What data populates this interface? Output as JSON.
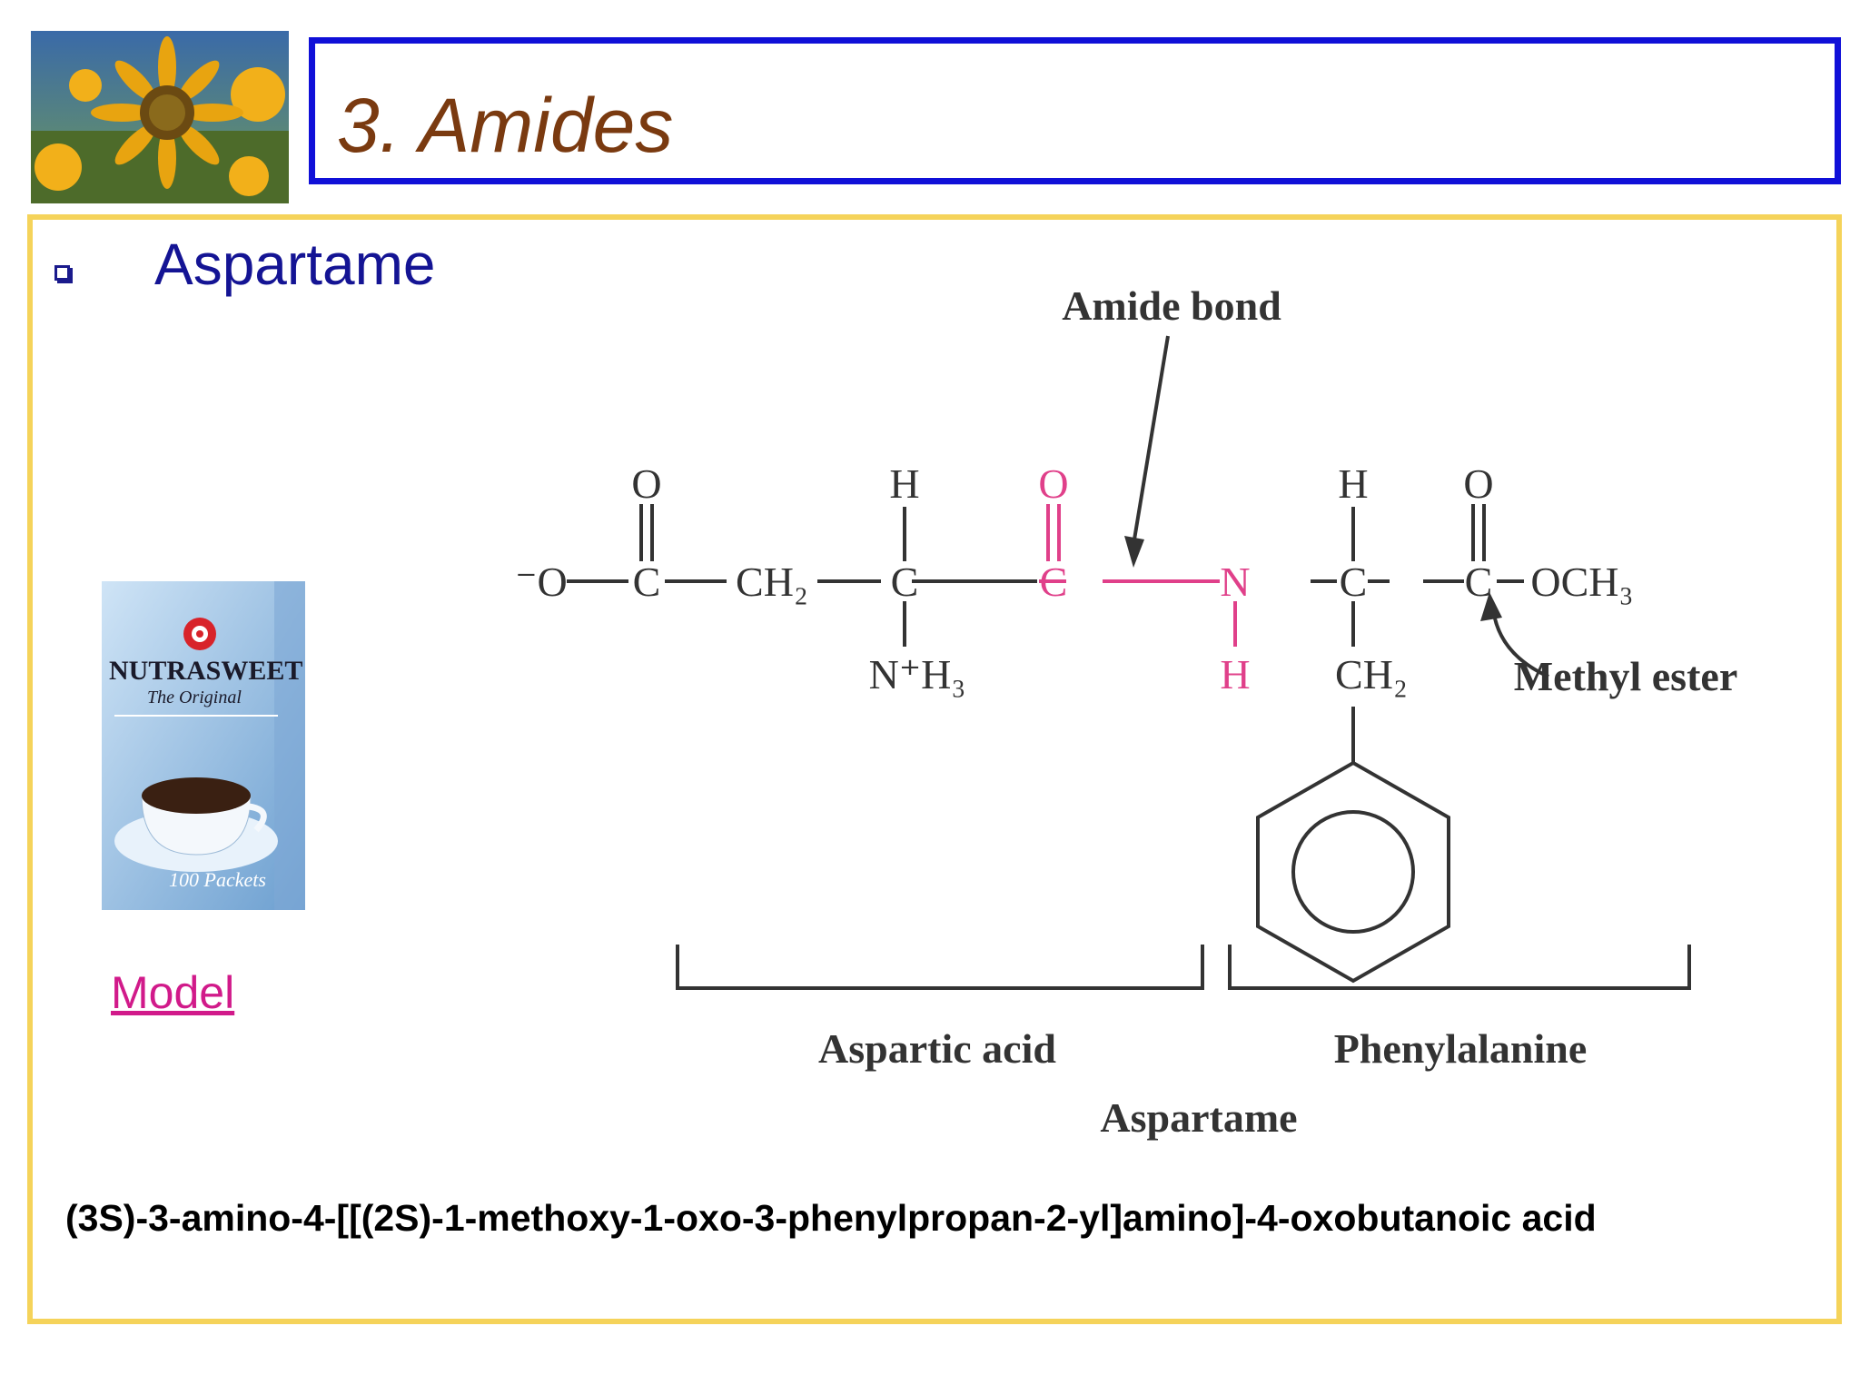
{
  "slide": {
    "title": "3.  Amides",
    "bullet_heading": "Aspartame",
    "model_link": "Model",
    "iupac_name": "(3S)-3-amino-4-[[(2S)-1-methoxy-1-oxo-3-phenylpropan-2-yl]amino]-4-oxobutanoic acid"
  },
  "product_box": {
    "brand": "NUTRASWEET",
    "subtitle": "The Original",
    "count": "100 Packets"
  },
  "diagram": {
    "annotations": {
      "amide_bond": "Amide bond",
      "methyl_ester": "Methyl ester",
      "aspartic_acid": "Aspartic acid",
      "phenylalanine": "Phenylalanine",
      "aspartame": "Aspartame"
    },
    "atoms": {
      "o_minus": "⁻O",
      "c": "C",
      "ch2": "CH₂",
      "nh3": "N⁺H₃",
      "h": "H",
      "o": "O",
      "n": "N",
      "och3": "OCH₃"
    }
  },
  "colors": {
    "title_border": "#1010d8",
    "title_text": "#7a3a10",
    "content_border": "#f5d35a",
    "heading_text": "#141494",
    "link": "#d11a8a",
    "amide_highlight": "#e0408a"
  }
}
